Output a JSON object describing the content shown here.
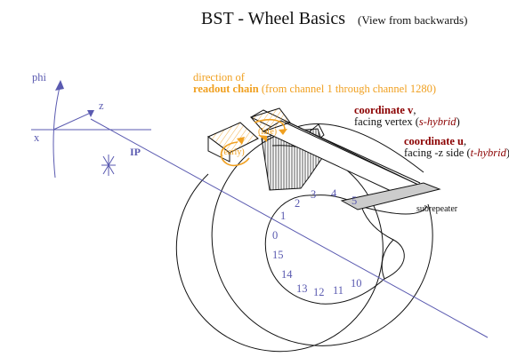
{
  "title": "BST - Wheel Basics",
  "subtitle": "(View from backwards)",
  "axes": {
    "phi": "phi",
    "z": "z",
    "x": "x"
  },
  "ip_label": "IP",
  "readout": {
    "line1": "direction of",
    "strong": "readout chain",
    "rest": " (from channel 1 through channel 1280)"
  },
  "late_label": "(late)",
  "early_label": "(early)",
  "coord_v": {
    "strong": "coordinate v",
    "comma": ",",
    "line2_pre": "facing vertex (",
    "hybrid": "s-hybrid",
    "line2_post": ")"
  },
  "coord_u": {
    "strong": "coordinate u",
    "comma": ",",
    "line2_pre": "facing -z side (",
    "hybrid": "t-hybrid",
    "line2_post": ")"
  },
  "subrepeater_label": "subrepeater",
  "sector_numbers": [
    {
      "n": "1"
    },
    {
      "n": "2"
    },
    {
      "n": "3"
    },
    {
      "n": "4"
    },
    {
      "n": "5"
    },
    {
      "n": "0"
    },
    {
      "n": "15"
    },
    {
      "n": "14"
    },
    {
      "n": "13"
    },
    {
      "n": "12"
    },
    {
      "n": "11"
    },
    {
      "n": "10"
    }
  ],
  "colors": {
    "orange": "#f0a020",
    "red": "#8b0000",
    "blue": "#5a5ab0",
    "gray": "#cccccc"
  }
}
